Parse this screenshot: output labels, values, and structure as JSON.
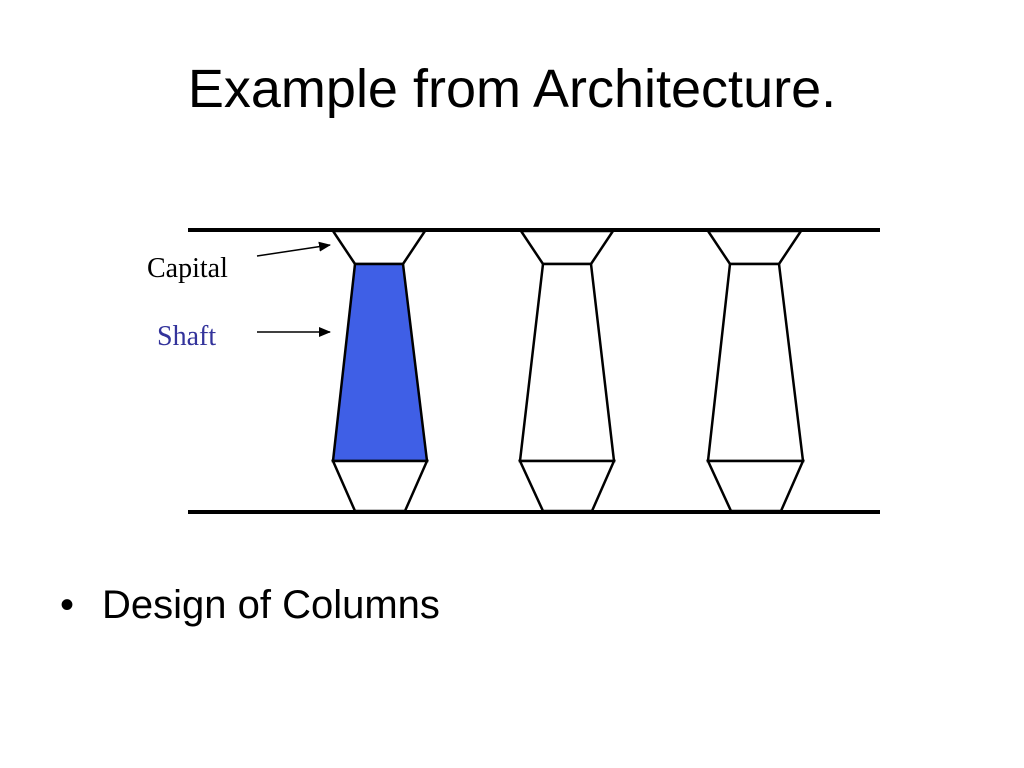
{
  "slide": {
    "title": "Example from Architecture."
  },
  "diagram": {
    "labels": {
      "capital": "Capital",
      "shaft": "Shaft"
    },
    "colors": {
      "highlighted_shaft": "#3f5fe6",
      "shaft_label": "#33339b",
      "outline": "#000000"
    },
    "column_count": 3,
    "highlighted_column": 1
  },
  "bullets": [
    {
      "symbol": "•",
      "text": "Design of Columns"
    }
  ]
}
